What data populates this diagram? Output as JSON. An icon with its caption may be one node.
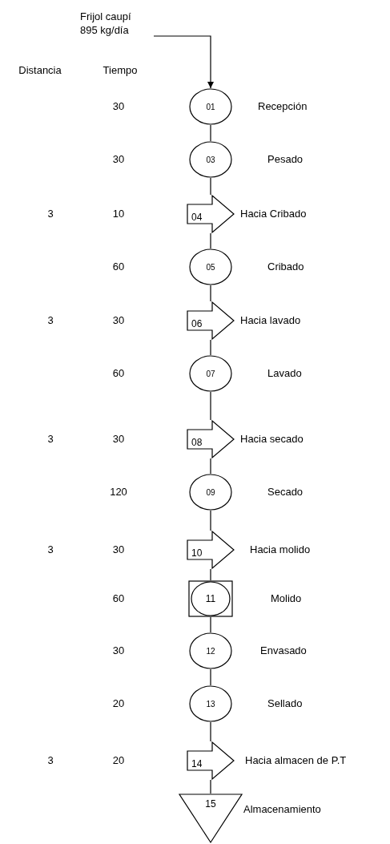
{
  "diagram": {
    "nodes": [
      {
        "text": [
          "Frijol caupí 895 kg/día"
        ]
      },
      {
        "text": [
          "01"
        ],
        "beside": [
          "Recepción"
        ]
      },
      {
        "text": [
          "03"
        ],
        "beside": [
          "Pesado"
        ]
      },
      {
        "text": [
          "04"
        ],
        "beside": [
          "Hacia Cribado"
        ]
      },
      {
        "text": [
          "05"
        ],
        "beside": [
          "Cribado"
        ]
      },
      {
        "text": [
          "06"
        ],
        "beside": [
          "Hacia lavado"
        ]
      },
      {
        "text": [
          "07"
        ],
        "beside": [
          "Lavado"
        ]
      },
      {
        "text": [
          "08"
        ],
        "beside": [
          "Hacia secado"
        ]
      },
      {
        "text": [
          "09"
        ],
        "beside": [
          "Secado"
        ]
      },
      {
        "text": [
          "10"
        ],
        "beside": [
          "Hacia molido"
        ]
      },
      {
        "text": [
          "11"
        ],
        "beside": [
          "Molido"
        ]
      },
      {
        "text": [
          "12"
        ],
        "beside": [
          "Envasado"
        ]
      },
      {
        "text": [
          "13"
        ],
        "beside": [
          "Sellado"
        ]
      },
      {
        "text": [
          "14"
        ],
        "beside": [
          "Hacia almacen de P.T"
        ]
      },
      {
        "text": [
          "15"
        ],
        "beside": [
          "Almacenamiento"
        ]
      }
    ],
    "edges": [
      {
        "from": 0,
        "to": 1,
        "arrow": "to"
      },
      {
        "from": 1,
        "to": 2,
        "arrow": "none"
      },
      {
        "from": 2,
        "to": 3,
        "arrow": "none"
      },
      {
        "from": 3,
        "to": 4,
        "arrow": "none"
      },
      {
        "from": 4,
        "to": 5,
        "arrow": "none"
      },
      {
        "from": 5,
        "to": 6,
        "arrow": "none"
      },
      {
        "from": 6,
        "to": 7,
        "arrow": "none"
      },
      {
        "from": 7,
        "to": 8,
        "arrow": "none"
      },
      {
        "from": 8,
        "to": 9,
        "arrow": "none"
      },
      {
        "from": 9,
        "to": 10,
        "arrow": "none"
      },
      {
        "from": 10,
        "to": 11,
        "arrow": "none"
      },
      {
        "from": 11,
        "to": 12,
        "arrow": "none"
      },
      {
        "from": 12,
        "to": 13,
        "arrow": "none"
      },
      {
        "from": 13,
        "to": 14,
        "arrow": "none"
      }
    ],
    "labels": [
      "Distancia",
      "Tiempo",
      "30",
      "30",
      "3",
      "10",
      "60",
      "3",
      "30",
      "60",
      "3",
      "30",
      "120",
      "3",
      "30",
      "60",
      "30",
      "20",
      "3",
      "20"
    ]
  }
}
